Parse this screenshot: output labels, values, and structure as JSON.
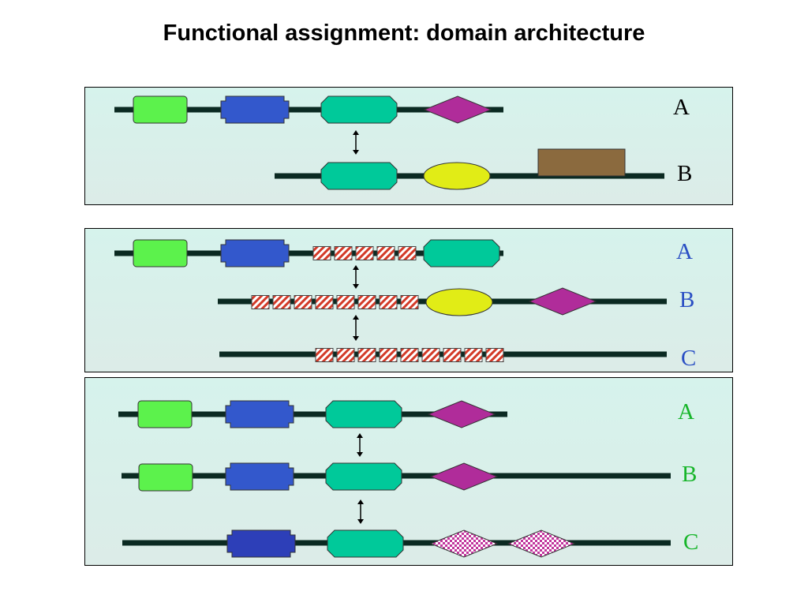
{
  "title": "Functional assignment: domain architecture",
  "colors": {
    "line": "#0b2a22",
    "green": "#5cf24c",
    "blue": "#3358cc",
    "blue_dark": "#2d3fb8",
    "teal": "#00c99a",
    "magenta": "#b02c9a",
    "yellow": "#e1ec16",
    "brown": "#8b6a3e",
    "stripe_red": "#d33a28",
    "check_pink": "#c1349c",
    "label_black": "#000000",
    "label_blue": "#2a4fc4",
    "label_green": "#17b52a"
  },
  "panels": [
    {
      "labels": [
        "A",
        "B"
      ]
    },
    {
      "labels": [
        "A",
        "B",
        "C"
      ]
    },
    {
      "labels": [
        "A",
        "B",
        "C"
      ]
    }
  ]
}
